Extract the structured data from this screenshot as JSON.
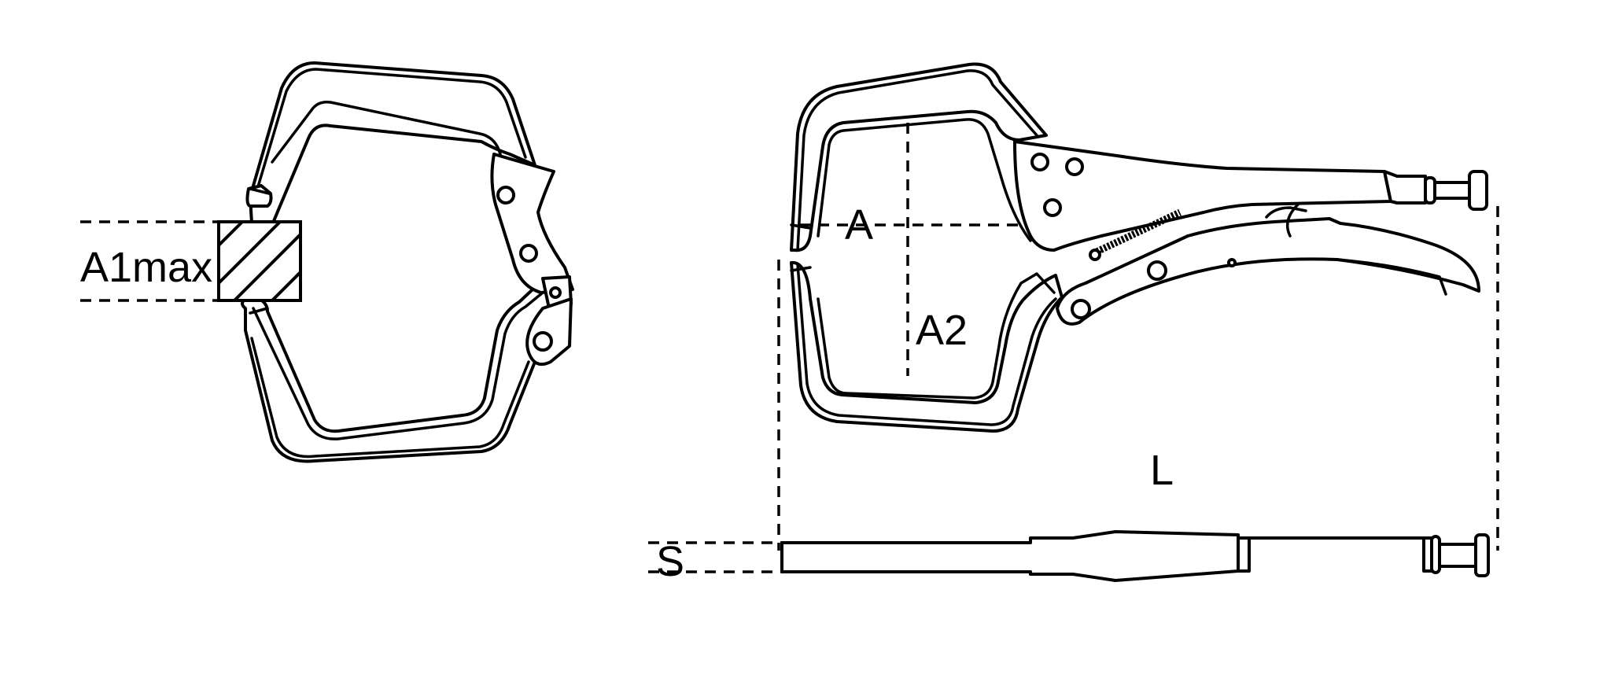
{
  "diagram": {
    "subject": "locking C-clamp pliers technical drawing",
    "views": [
      {
        "id": "jaw-opening-view",
        "description": "clamp jaws holding square workpiece"
      },
      {
        "id": "side-view",
        "description": "full pliers profile with dimensions"
      },
      {
        "id": "top-view",
        "description": "pliers viewed from above showing thickness"
      }
    ],
    "labels": {
      "a1max": "A1max",
      "a": "A",
      "a2": "A2",
      "l": "L",
      "s": "S"
    },
    "colors": {
      "line": "#000000",
      "background": "#ffffff"
    }
  }
}
